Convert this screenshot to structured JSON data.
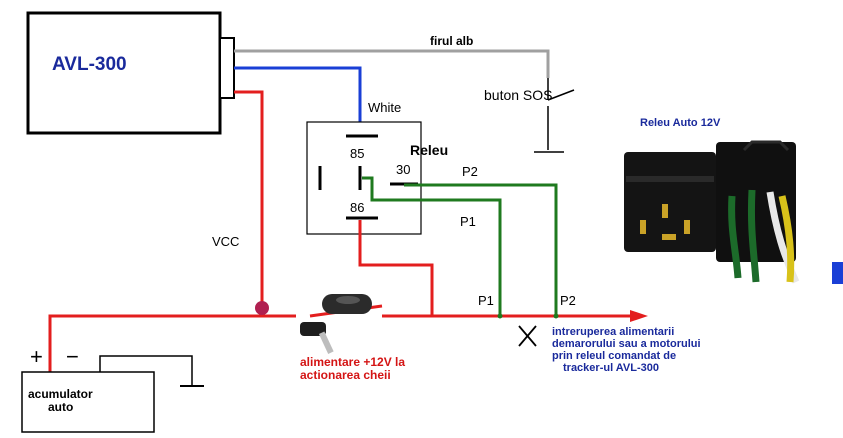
{
  "device": {
    "name": "AVL-300"
  },
  "wires": {
    "white_wire_label": "firul alb",
    "white_label": "White",
    "vcc_label": "VCC",
    "p1": "P1",
    "p2": "P2"
  },
  "sos": {
    "label": "buton SOS"
  },
  "relay": {
    "title": "Releu",
    "pin_85": "85",
    "pin_86": "86",
    "pin_30": "30"
  },
  "photo": {
    "title": "Releu Auto 12V"
  },
  "battery": {
    "line1": "acumulator",
    "line2": "auto",
    "plus": "+",
    "minus": "−"
  },
  "key": {
    "line1": "alimentare +12V la",
    "line2": "actionarea cheii"
  },
  "interrupt": {
    "line1": "intreruperea alimentarii",
    "line2": "demarorului sau a motorului",
    "line3": "prin releul comandat de",
    "line4": "tracker-ul AVL-300"
  },
  "colors": {
    "red": "#e31e1e",
    "blue": "#1a3fd6",
    "green": "#1f7a1f",
    "grey": "#a0a0a0",
    "title_blue": "#1a2a9c",
    "label_red": "#d41414"
  }
}
